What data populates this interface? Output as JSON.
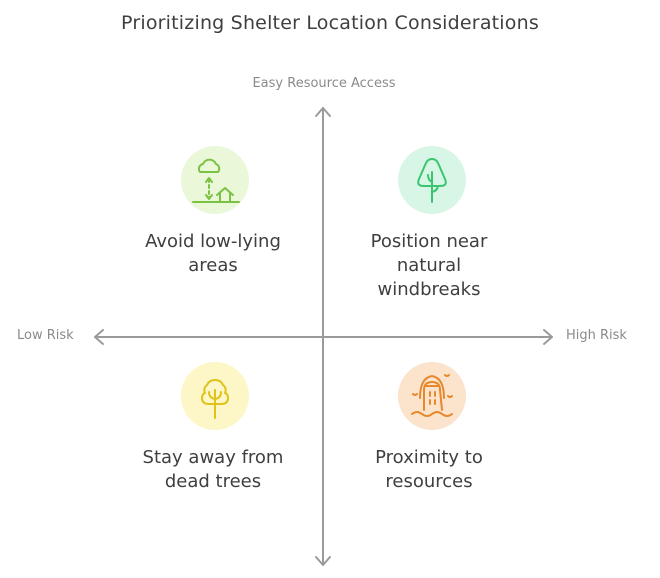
{
  "title": "Prioritizing Shelter Location Considerations",
  "axes": {
    "y_top_label": "Easy Resource Access",
    "y_bottom_label": "",
    "x_left_label": "Low Risk",
    "x_right_label": "High Risk"
  },
  "quadrants": [
    {
      "position": "top-left",
      "label": "Avoid low-lying areas",
      "lines": [
        "Avoid low-lying",
        "areas"
      ],
      "icon": "cloud-house-elevation-icon",
      "fill": "#eaf7d9",
      "stroke": "#7cc242"
    },
    {
      "position": "top-right",
      "label": "Position near natural windbreaks",
      "lines": [
        "Position near",
        "natural",
        "windbreaks"
      ],
      "icon": "conifer-tree-icon",
      "fill": "#d8f6e5",
      "stroke": "#3cc470"
    },
    {
      "position": "bottom-left",
      "label": "Stay away from dead trees",
      "lines": [
        "Stay away from",
        "dead trees"
      ],
      "icon": "deciduous-tree-icon",
      "fill": "#fdf6c6",
      "stroke": "#e0c21a"
    },
    {
      "position": "bottom-right",
      "label": "Proximity to resources",
      "lines": [
        "Proximity to",
        "resources"
      ],
      "icon": "door-river-icon",
      "fill": "#fbe3cc",
      "stroke": "#e5892c"
    }
  ]
}
